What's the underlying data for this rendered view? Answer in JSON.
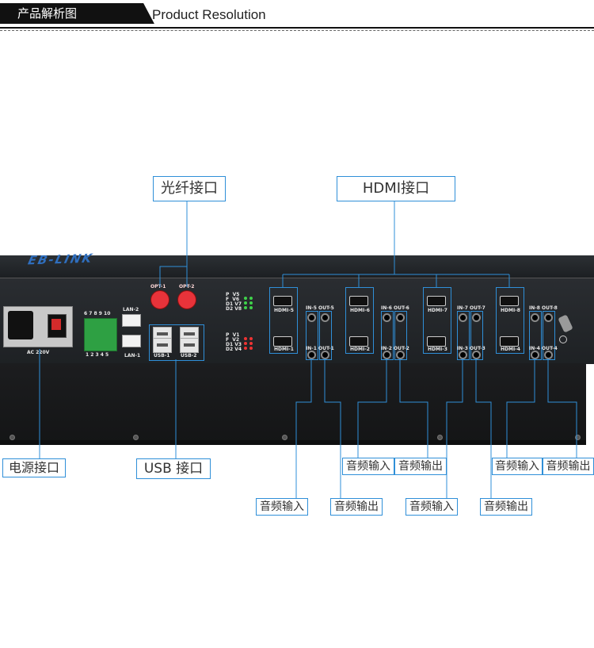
{
  "header": {
    "title_cn": "产品解析图",
    "title_en": "Product Resolution"
  },
  "callouts": {
    "fiber": "光纤接口",
    "hdmi": "HDMI接口",
    "power": "电源接口",
    "usb": "USB 接口",
    "audio_in_1": "音频输入",
    "audio_out_1": "音频输出",
    "audio_in_2": "音频输入",
    "audio_out_2": "音频输出",
    "audio_in_3": "音频输入",
    "audio_out_3": "音频输出",
    "audio_in_4": "音频输入",
    "audio_out_4": "音频输出"
  },
  "device": {
    "brand": "EB-LINK",
    "ac_label": "AC 220V",
    "terminal_top": "6 7 8 9 10",
    "terminal_bottom": "1 2 3 4 5",
    "lan2": "LAN-2",
    "lan1": "LAN-1",
    "opt1": "OPT-1",
    "opt2": "OPT-2",
    "usb1": "USB-1",
    "usb2": "USB-2",
    "status_top": "P  V5\nF  V6\nD1 V7\nD2 V8",
    "status_bottom": "P  V1\nF  V2\nD1 V3\nD2 V4",
    "hdmi5": "HDMI-5",
    "hdmi1": "HDMI-1",
    "hdmi6": "HDMI-6",
    "hdmi2": "HDMI-2",
    "hdmi7": "HDMI-7",
    "hdmi3": "HDMI-3",
    "hdmi8": "HDMI-8",
    "hdmi4": "HDMI-4",
    "in5": "IN-5",
    "out5": "OUT-5",
    "in1": "IN-1",
    "out1": "OUT-1",
    "in6": "IN-6",
    "out6": "OUT-6",
    "in2": "IN-2",
    "out2": "OUT-2",
    "in7": "IN-7",
    "out7": "OUT-7",
    "in3": "IN-3",
    "out3": "OUT-3",
    "in8": "IN-8",
    "out8": "OUT-8",
    "in4": "IN-4",
    "out4": "OUT-4"
  },
  "colors": {
    "accent": "#2f8fd8",
    "device": "#1e2124",
    "header": "#111111"
  }
}
